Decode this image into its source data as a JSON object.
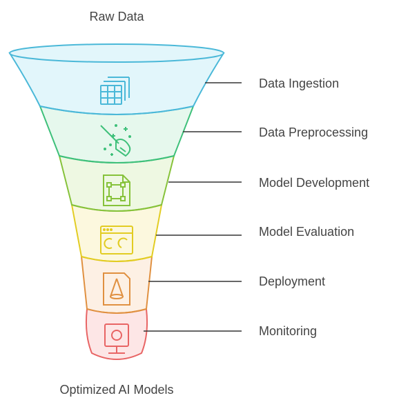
{
  "diagram": {
    "top_label": "Raw Data",
    "bottom_label": "Optimized AI Models",
    "stages": [
      {
        "label": "Data Ingestion",
        "icon": "table-stack-icon",
        "color": "#4ab8d8",
        "fill": "#e2f6fb"
      },
      {
        "label": "Data Preprocessing",
        "icon": "broom-sparkles-icon",
        "color": "#3ec07a",
        "fill": "#e6f8ed"
      },
      {
        "label": "Model Development",
        "icon": "file-vector-icon",
        "color": "#86c23a",
        "fill": "#eef8e2"
      },
      {
        "label": "Model Evaluation",
        "icon": "browser-dashboard-icon",
        "color": "#e2cc22",
        "fill": "#fcf8de"
      },
      {
        "label": "Deployment",
        "icon": "document-cone-icon",
        "color": "#e09040",
        "fill": "#fdf0e4"
      },
      {
        "label": "Monitoring",
        "icon": "monitor-screen-icon",
        "color": "#e86464",
        "fill": "#fde6e6"
      }
    ]
  }
}
